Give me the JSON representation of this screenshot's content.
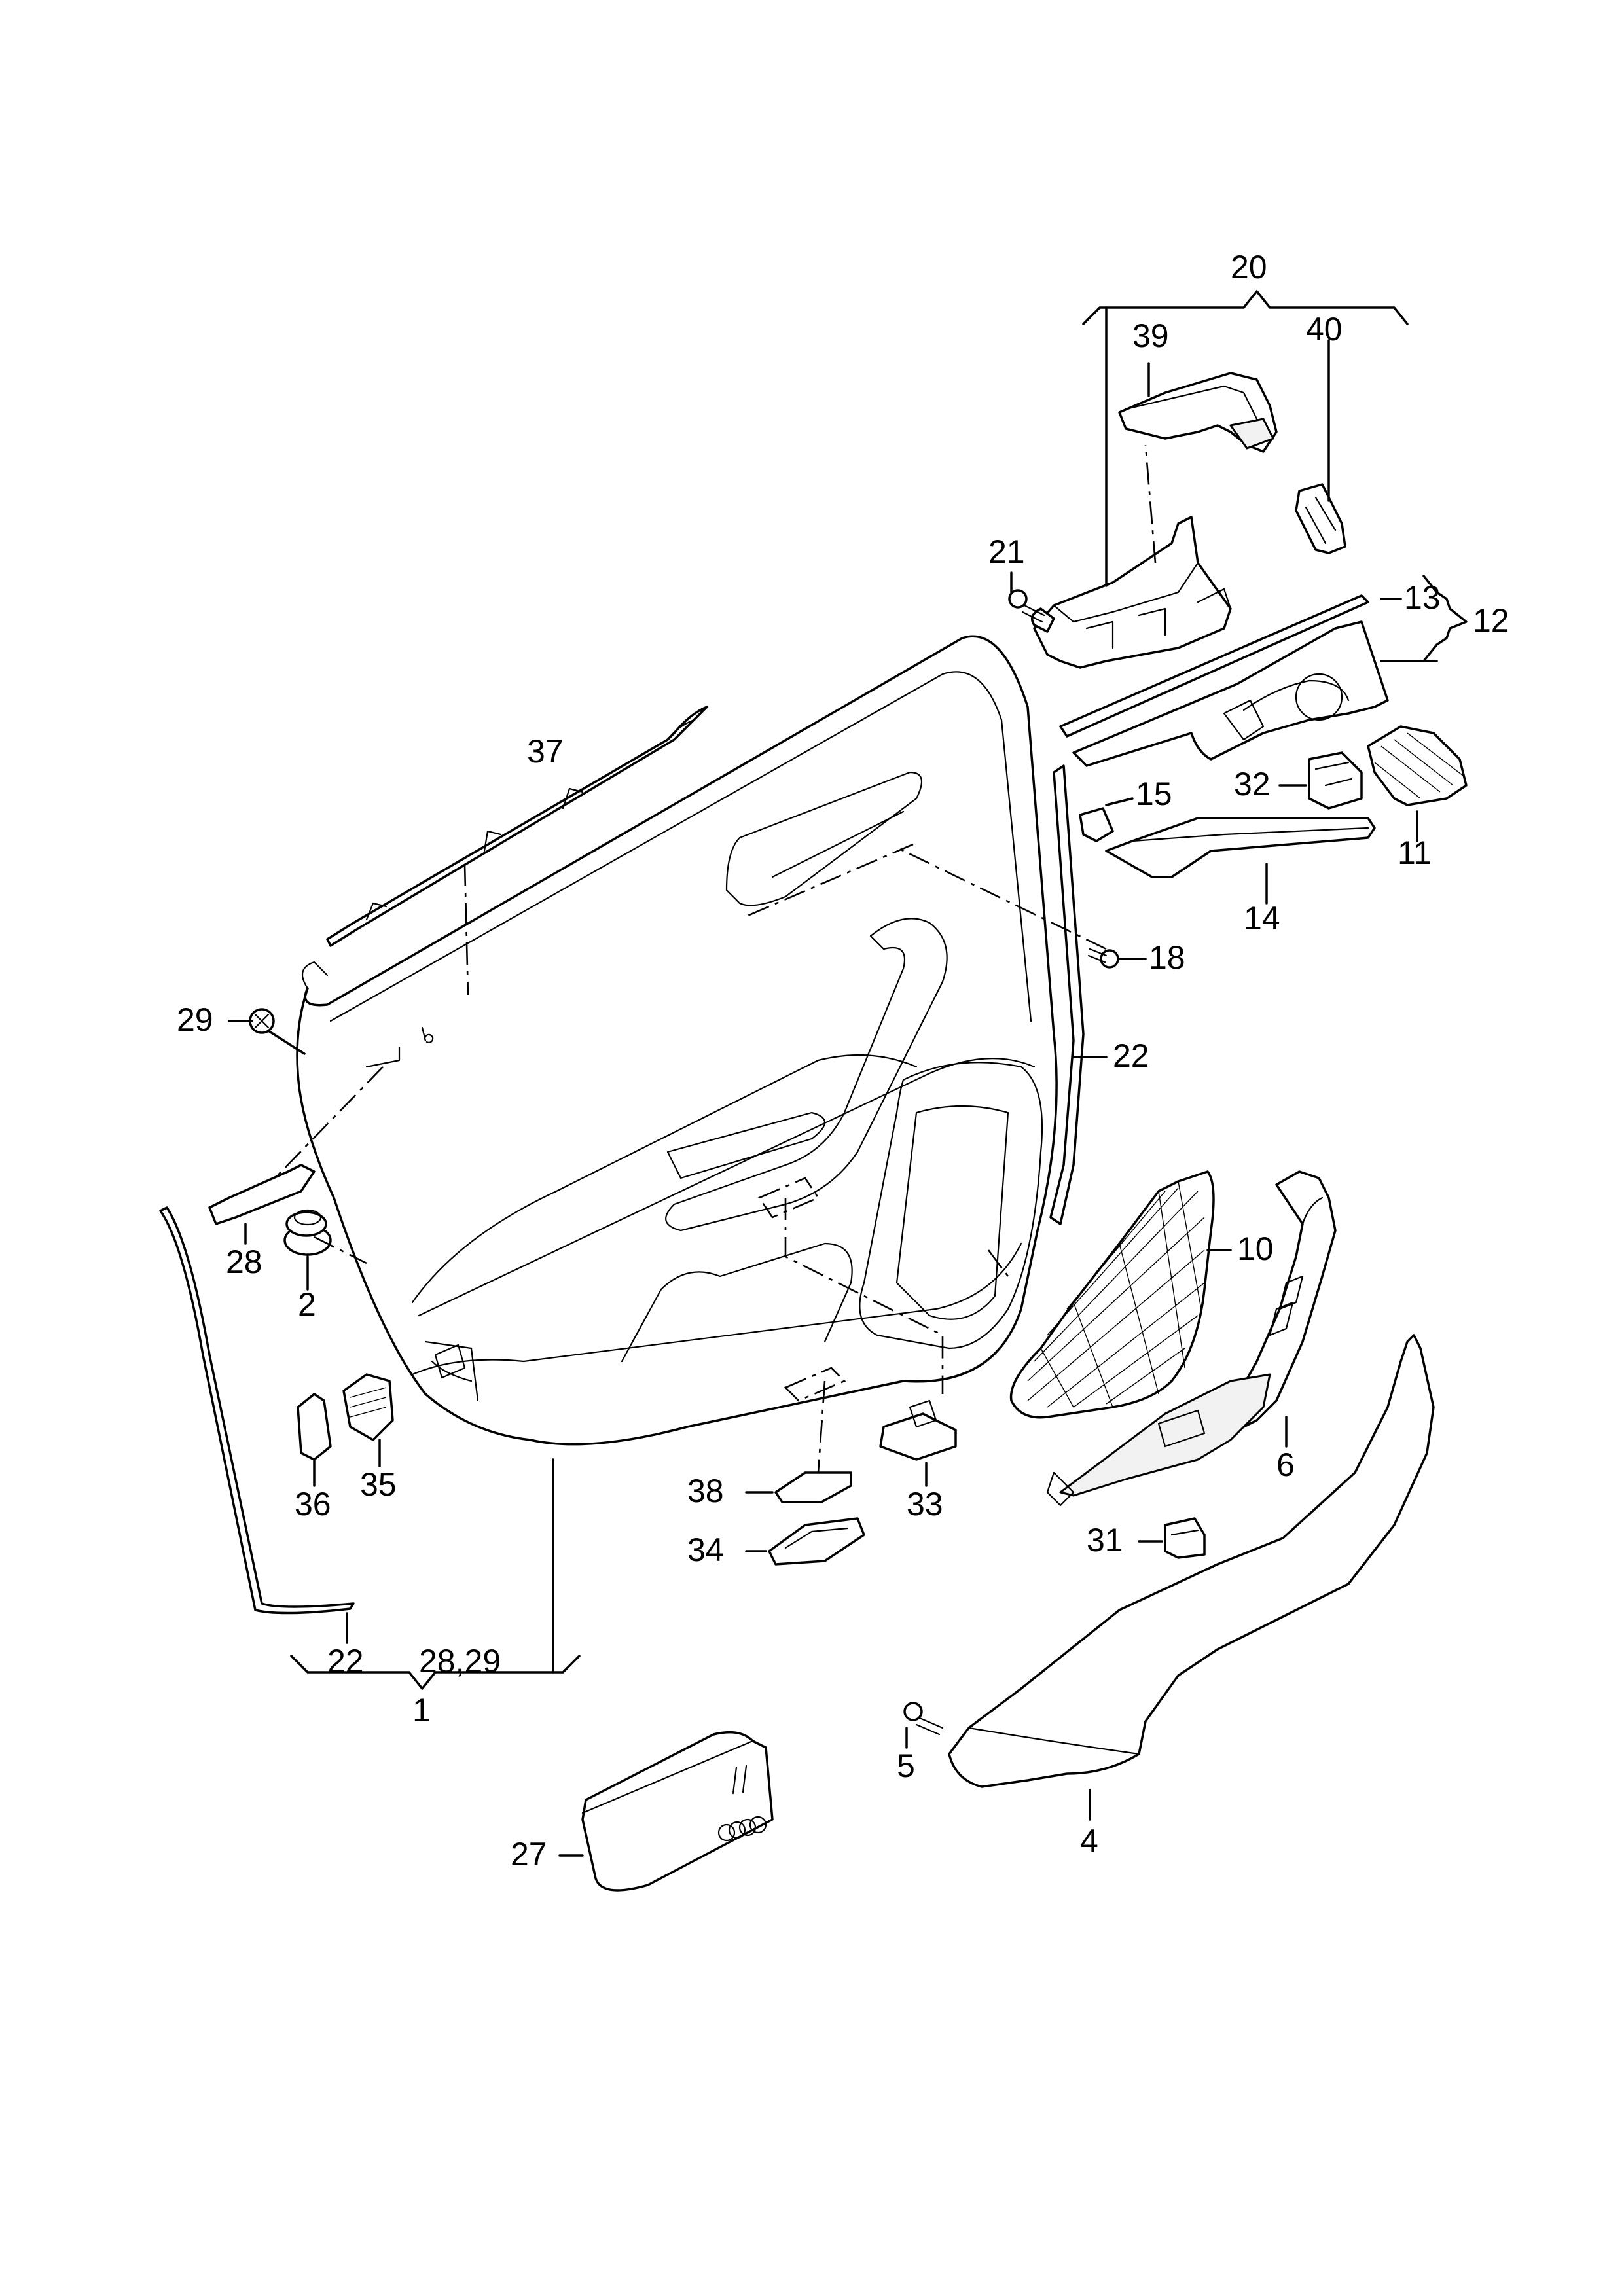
{
  "callouts": {
    "c1": "1",
    "c2": "2",
    "c4": "4",
    "c5": "5",
    "c6": "6",
    "c10": "10",
    "c11": "11",
    "c12": "12",
    "c13": "13",
    "c14": "14",
    "c15": "15",
    "c18": "18",
    "c20": "20",
    "c21": "21",
    "c22a": "22",
    "c22b": "22",
    "c27": "27",
    "c28": "28",
    "c28_29": "28,29",
    "c29": "29",
    "c31": "31",
    "c32": "32",
    "c33": "33",
    "c34": "34",
    "c35": "35",
    "c36": "36",
    "c37": "37",
    "c38": "38",
    "c39": "39",
    "c40": "40"
  }
}
